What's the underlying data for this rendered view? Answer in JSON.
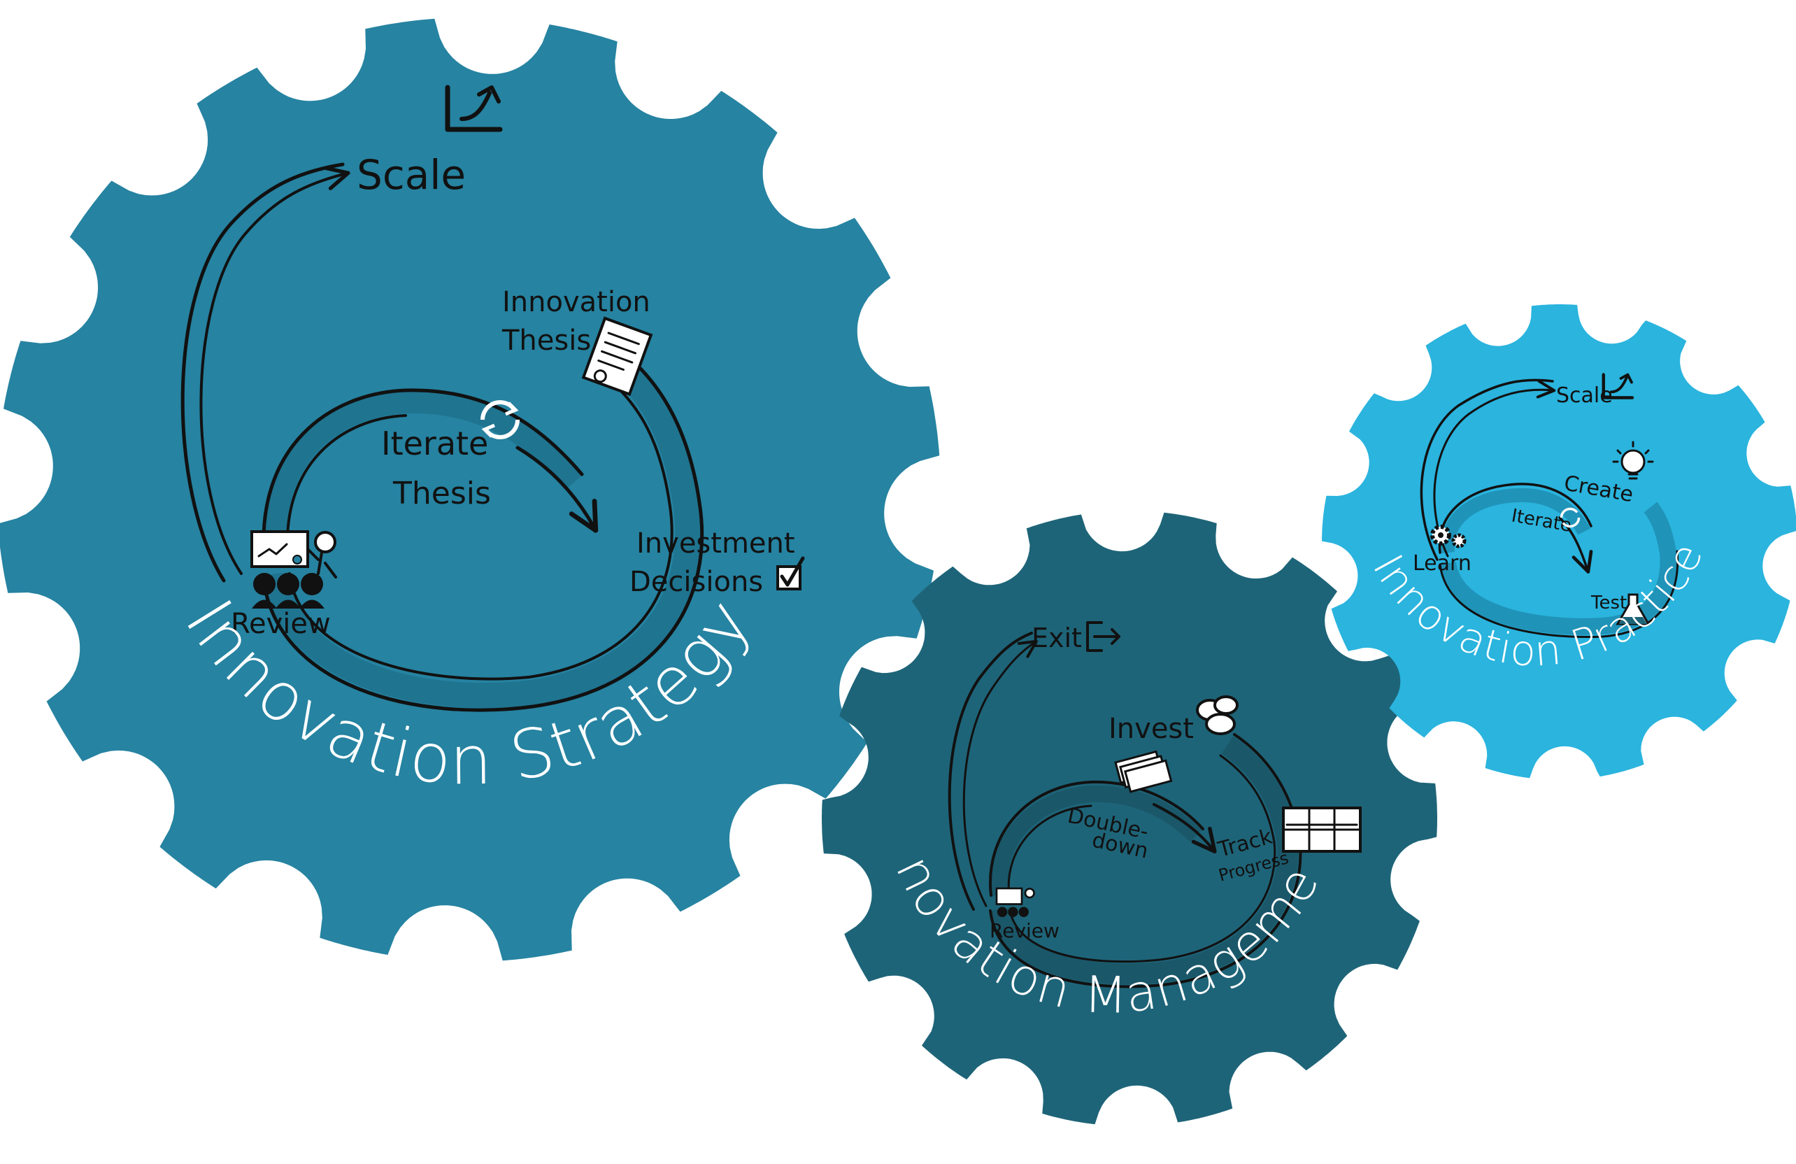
{
  "colors": {
    "strategy_gear": "#2683A1",
    "management_gear": "#1E6478",
    "practice_gear": "#2AB4DE",
    "ribbon_strategy": "#1F7490",
    "ribbon_management": "#1A5769",
    "ribbon_practice": "#2093B8",
    "ink": "#111111",
    "title": "#ffffff"
  },
  "gears": {
    "strategy": {
      "title": "Innovation Strategy",
      "labels": {
        "scale": "Scale",
        "innovation": "Innovation",
        "thesis_top": "Thesis",
        "iterate": "Iterate",
        "thesis_mid": "Thesis",
        "investment": "Investment",
        "decisions": "Decisions",
        "review": "Review"
      },
      "icons": [
        "growth-chart-icon",
        "document-icon",
        "cycle-arrows-icon",
        "presentation-icon",
        "checkbox-icon"
      ]
    },
    "management": {
      "title": "Innovation Management",
      "labels": {
        "exit": "Exit",
        "invest": "Invest",
        "double": "Double-",
        "down": "down",
        "track": "Track",
        "progress": "Progress",
        "review": "Review"
      },
      "icons": [
        "exit-door-icon",
        "coins-icon",
        "money-stack-icon",
        "progress-board-icon",
        "presentation-icon"
      ]
    },
    "practice": {
      "title": "Innovation Practice",
      "labels": {
        "scale": "Scale",
        "create": "Create",
        "iterate": "Iterate",
        "learn": "Learn",
        "test": "Test"
      },
      "icons": [
        "growth-chart-icon",
        "lightbulb-icon",
        "cycle-arrows-icon",
        "cogs-icon",
        "flask-icon"
      ]
    }
  }
}
